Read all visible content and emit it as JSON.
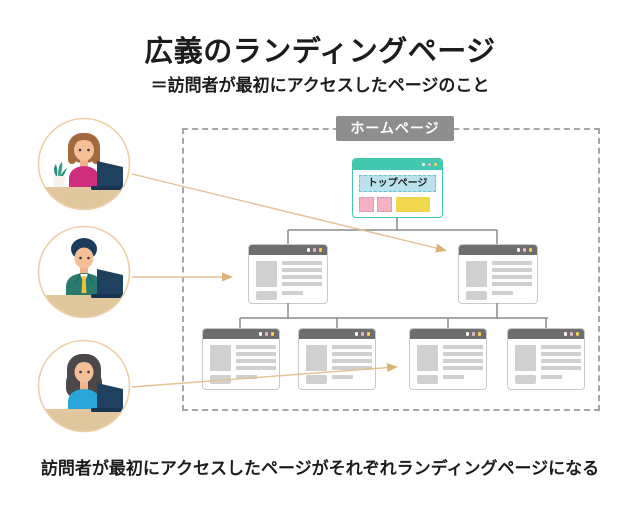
{
  "header": {
    "title": "広義のランディングページ",
    "subtitle": "＝訪問者が最初にアクセスしたページのこと"
  },
  "diagram": {
    "homepage_label": "ホームページ",
    "top_page_label": "トップページ"
  },
  "footer": {
    "caption": "訪問者が最初にアクセスしたページがそれぞれランディングページになる"
  },
  "colors": {
    "accent_teal": "#42c9ad",
    "top_label_blue": "#b9e2ea",
    "pink_block": "#f3b3c4",
    "yellow_block": "#f0d84e",
    "homepage_label_gray": "#8e8e8e",
    "window_bar_gray": "#6e6e6e",
    "window_border_gray": "#c9c9c9",
    "content_gray": "#d0d0d0",
    "connector_gray": "#8a8a8a",
    "dashed_border_gray": "#a6a6a6",
    "arrow_tan": "#dcb277",
    "arrow_line_tan": "#e4c193",
    "circle_border_tan": "#edd0a8",
    "desk_tan": "#e0c79e",
    "text_dark": "#1c1c1c"
  }
}
